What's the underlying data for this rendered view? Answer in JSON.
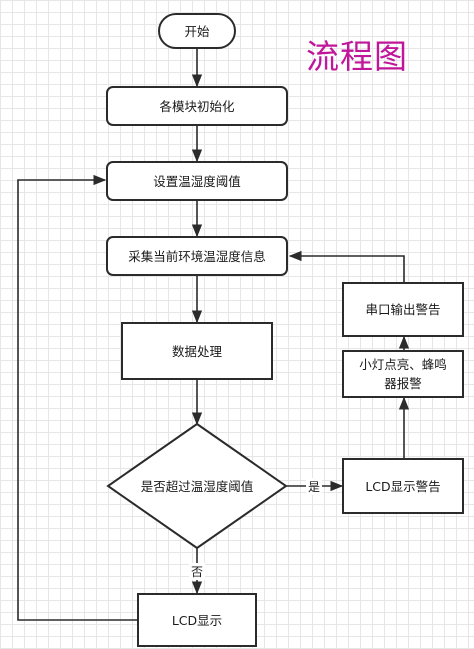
{
  "title": "流程图",
  "nodes": {
    "start": "开始",
    "init": "各模块初始化",
    "set_threshold": "设置温湿度阈值",
    "collect": "采集当前环境温湿度信息",
    "process": "数据处理",
    "decision": "是否超过温湿度阈值",
    "lcd_display": "LCD显示",
    "lcd_warning": "LCD显示警告",
    "light_buzzer": "小灯点亮、蜂鸣器报警",
    "serial_warning": "串口输出警告"
  },
  "edge_labels": {
    "yes": "是",
    "no": "否"
  }
}
